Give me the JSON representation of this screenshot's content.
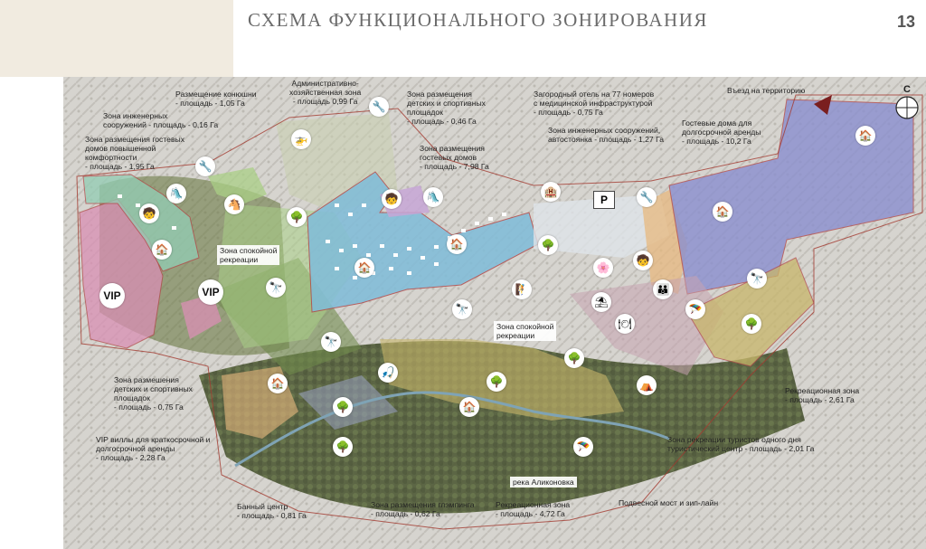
{
  "header": {
    "title": "СХЕМА ФУНКЦИОНАЛЬНОГО ЗОНИРОВАНИЯ",
    "page_number": "13"
  },
  "compass": {
    "letter": "С"
  },
  "labels": {
    "entry": "Въезд на территорию",
    "stable": "Размещение конюшни\n- площадь - 1,05 Га",
    "admin": "Административно-\nхозяйственная зона\n- площадь 0,99 Га",
    "kids_top": "Зона размещения\nдетских и спортивных\nплощадок\n- площадь - 0,46 Га",
    "hotel": "Загородный отель на 77 номеров\nс медицинской инфраструктурой\n- площадь - 0,75 Га",
    "eng_top": "Зона инженерных\nсооружений - площадь - 0,16 Га",
    "comfort": "Зона размещения гостевых\nдомов повышенной\nкомфортности\n- площадь - 1,95 Га",
    "guest": "Зона размещения\nгостевых домов\n- площадь - 7,98 Га",
    "eng_parking": "Зона инженерных сооружений,\nавтостоянка - площадь - 1,27 Га",
    "long_rent": "Гостевые дома для\nдолгосрочной аренды\n- площадь - 10,2 Га",
    "calm_left": "Зона спокойной\nрекреации",
    "calm_mid": "Зона спокойной\nрекреации",
    "kids_left": "Зона размешения\nдетских и спортивных\nплощадок\n- площадь - 0,75 Га",
    "vip_villas": "VIP виллы для краткосрочной и\nдолгосрочной аренды\n- площадь - 2,28 Га",
    "rec_right": "Рекреационная зона\n- площадь - 2,61 Га",
    "one_day": "Зона рекреации туристов одного дня\nтуристический центр - площадь - 2,01 Га",
    "river": "река Аликоновка",
    "banya": "Банный центр\n- площадь - 0,81 Га",
    "glamping": "Зона размещения глэмпинга\n- площадь - 0,62 Га",
    "rec_bottom": "Рекреационная зона\n- площадь - 4,72 Га",
    "bridge": "Подвесной мост и зип-лайн"
  },
  "badges": {
    "vip": "VIP",
    "parking": "P"
  },
  "colors": {
    "pink": "#d98fb4",
    "mint": "#93cdb4",
    "lightgreen": "#a9cf86",
    "blue": "#7fbcd9",
    "lilac": "#c7a6d6",
    "slate": "#8a8fcf",
    "orange": "#e7b87f",
    "khaki": "#c8b66a",
    "mauve": "#c6a3b0"
  }
}
